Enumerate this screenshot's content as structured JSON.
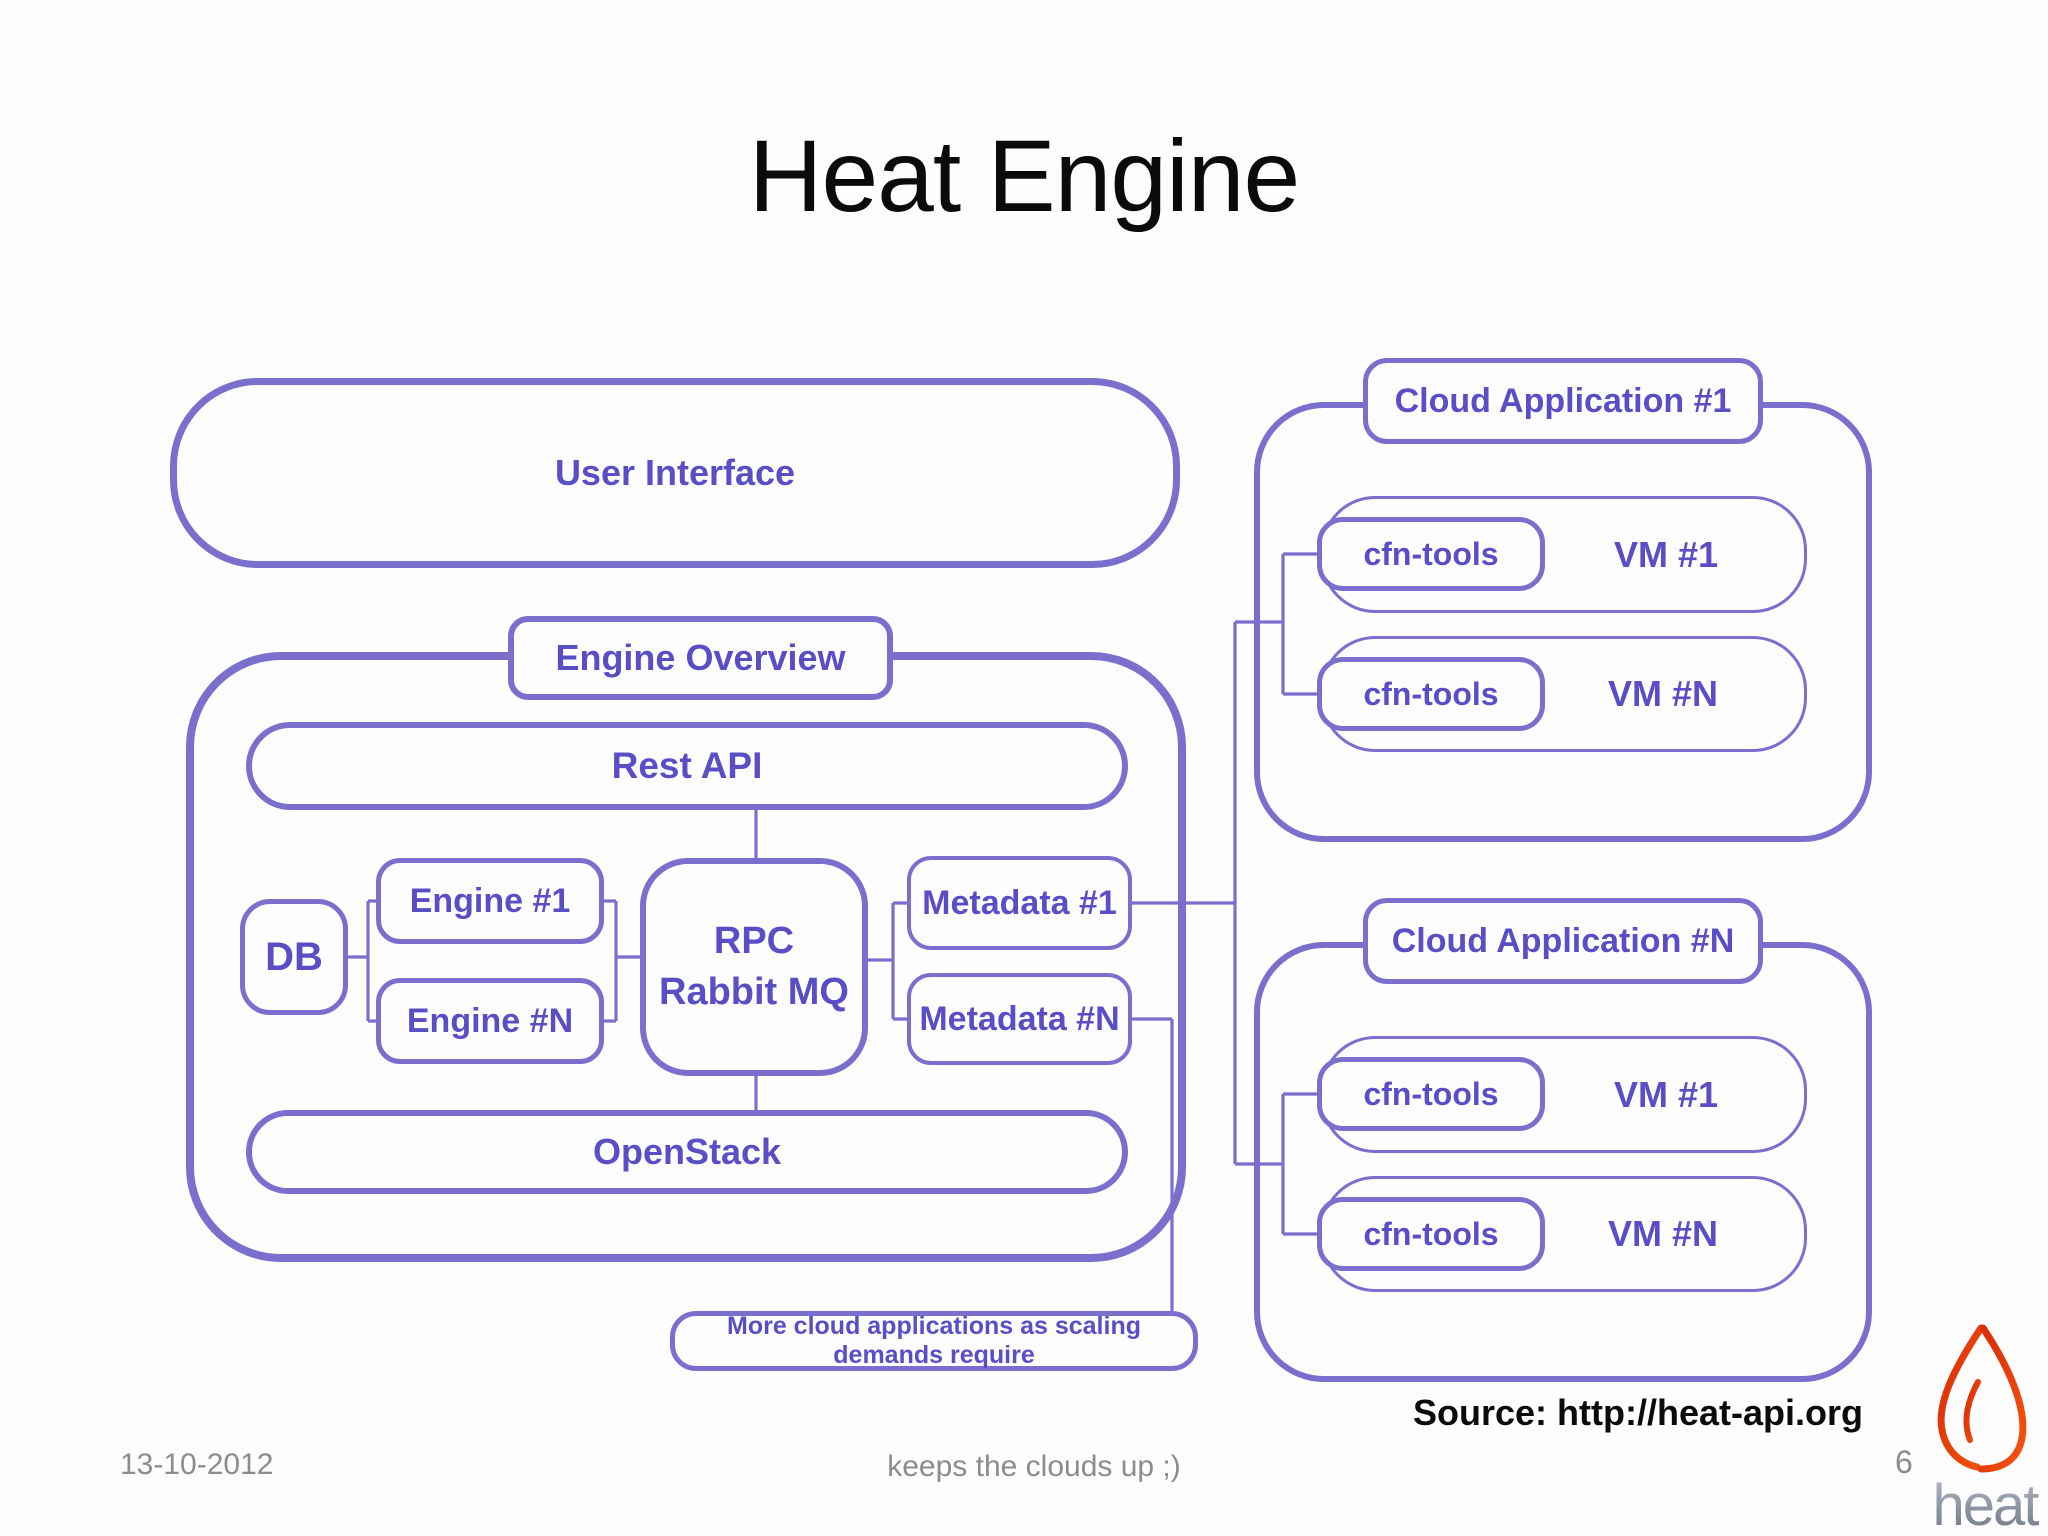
{
  "slide": {
    "title": "Heat Engine",
    "source": "Source: http://heat-api.org",
    "footer": {
      "date": "13-10-2012",
      "center": "keeps the clouds up ;)",
      "page": "6"
    }
  },
  "diagram": {
    "user_interface": "User Interface",
    "engine_overview": "Engine Overview",
    "rest_api": "Rest API",
    "db": "DB",
    "engine_1": "Engine #1",
    "engine_n": "Engine #N",
    "rpc_line1": "RPC",
    "rpc_line2": "Rabbit MQ",
    "metadata_1": "Metadata #1",
    "metadata_n": "Metadata #N",
    "openstack": "OpenStack",
    "scaling_note": "More cloud applications as scaling demands require",
    "cloud_app_1": {
      "title": "Cloud Application #1",
      "rows": [
        {
          "tool": "cfn-tools",
          "vm": "VM #1"
        },
        {
          "tool": "cfn-tools",
          "vm": "VM #N"
        }
      ]
    },
    "cloud_app_n": {
      "title": "Cloud Application #N",
      "rows": [
        {
          "tool": "cfn-tools",
          "vm": "VM #1"
        },
        {
          "tool": "cfn-tools",
          "vm": "VM #N"
        }
      ]
    }
  },
  "logo": {
    "text": "heat"
  },
  "colors": {
    "border_purple": "#7b6fce",
    "text_purple": "#5a4ec6",
    "title_black": "#0b0b0b",
    "footer_gray": "#8c8c8c",
    "flame_red": "#e23410",
    "logo_gray": "#8f96a4",
    "background": "#fdfdfe"
  }
}
